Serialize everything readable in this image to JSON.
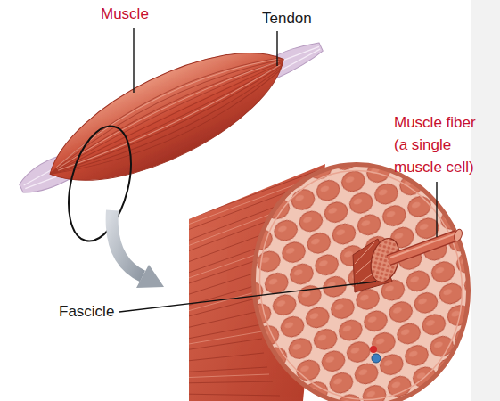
{
  "diagram": {
    "labels": [
      "Muscle",
      "Tendon",
      "Muscle fiber (a single muscle cell)",
      "Fascicle"
    ]
  }
}
